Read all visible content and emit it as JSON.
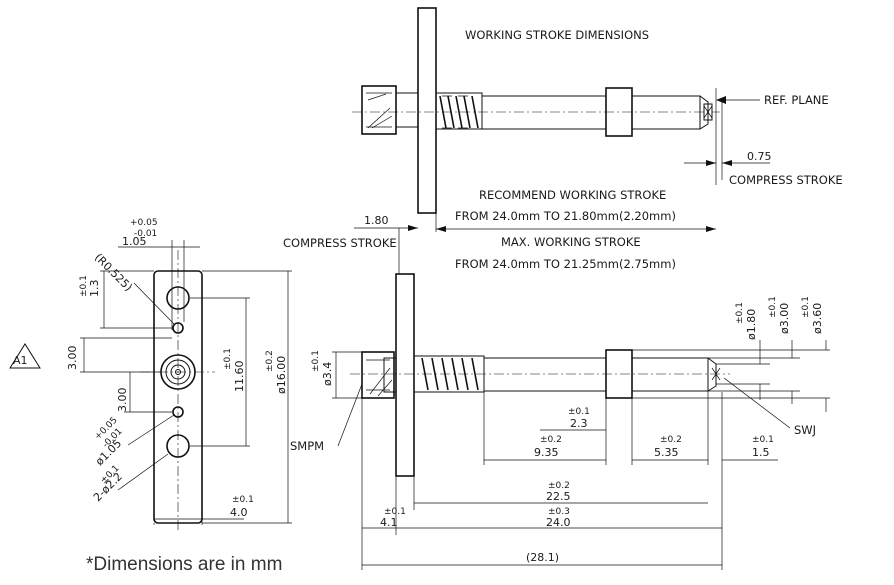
{
  "title": "WORKING STROKE DIMENSIONS",
  "labels": {
    "ref_plane": "REF. PLANE",
    "compress_stroke_right": "COMPRESS STROKE",
    "compress_stroke_left": "COMPRESS STROKE",
    "recommend_line1": "RECOMMEND WORKING STROKE",
    "recommend_line2": "FROM 24.0mm TO 21.80mm(2.20mm)",
    "max_line1": "MAX. WORKING STROKE",
    "max_line2": "FROM 24.0mm TO 21.25mm(2.75mm)",
    "smpm": "SMPM",
    "swj": "SWJ",
    "a1": "A1",
    "note": "*Dimensions are in mm"
  },
  "dims": {
    "d075": "0.75",
    "d180": "1.80",
    "tol_top_plus": "+0.05",
    "tol_top_minus": "-0.01",
    "d105": "1.05",
    "r0525": "(R0.525)",
    "tol01": "±0.1",
    "tol02": "±0.2",
    "tol03": "±0.3",
    "d13": "1.3",
    "d300a": "3.00",
    "d300b": "3.00",
    "d1160": "11.60",
    "d1600": "ø16.00",
    "tol_hole_plus": "+0.05",
    "tol_hole_minus": "-0.01",
    "hole105": "ø1.05",
    "hole22": "2-ø2.2",
    "d40": "4.0",
    "dia34": "ø3.4",
    "dia180": "ø1.80",
    "dia300": "ø3.00",
    "dia360": "ø3.60",
    "d23": "2.3",
    "d935": "9.35",
    "d535": "5.35",
    "d15": "1.5",
    "d225": "22.5",
    "d41": "4.1",
    "d240": "24.0",
    "d281": "(28.1)"
  }
}
